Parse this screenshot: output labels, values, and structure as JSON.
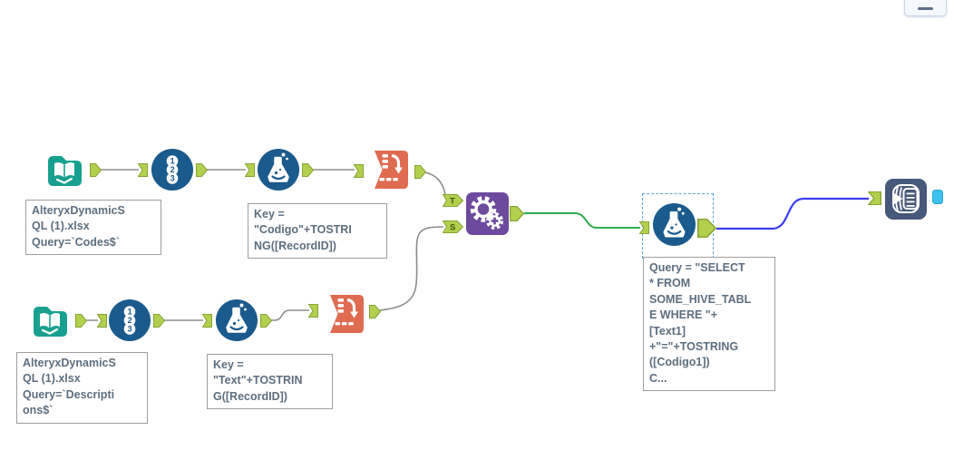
{
  "colors": {
    "canvas_bg": "#ffffff",
    "teal": "#17a08f",
    "tool_blue": "#1b5a8c",
    "coral": "#df6b50",
    "purple": "#6d4a9d",
    "slate": "#47597a",
    "anchor_green": "#b2cf4e",
    "anchor_green_dark": "#85a336",
    "anchor_letter": "#3f5b10",
    "cyan_anchor": "#3ec1ef",
    "wire_gray": "#8d8d8d",
    "wire_green": "#2fae4e",
    "wire_blue": "#3c3cf2",
    "selection_blue": "#55a7e0",
    "annotation_border": "#9e9e9e",
    "annotation_text": "#5d6e7e",
    "minus_btn_bg": "#f4f8fc",
    "minus_btn_border": "#cad8e9",
    "minus_btn_dash": "#5f6e8b"
  },
  "record_id": {
    "digits": [
      "1",
      "2",
      "3"
    ]
  },
  "join_anchors": {
    "top": "T",
    "bottom": "S"
  },
  "annotations": {
    "input_codes": "AlteryxDynamicS\nQL (1).xlsx\nQuery=`Codes$`",
    "formula_codes_key": "Key =\n\"Codigo\"+TOSTRI\nNG([RecordID])",
    "input_descriptions": "AlteryxDynamicS\nQL (1).xlsx\nQuery=`Descripti\nons$`",
    "formula_text_key": "Key =\n\"Text\"+TOSTRIN\nG([RecordID])",
    "formula_query": "Query = \"SELECT\n* FROM\nSOME_HIVE_TABL\nE WHERE \"+\n[Text1]\n+\"=\"+TOSTRING\n([Codigo1])\nC..."
  }
}
